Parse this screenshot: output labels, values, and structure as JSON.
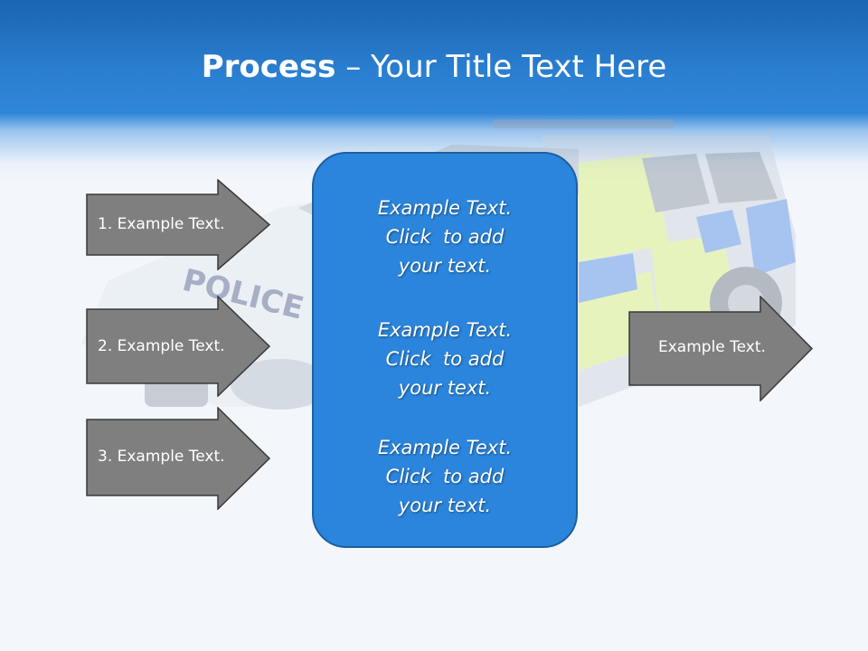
{
  "slide": {
    "title_bold": "Process",
    "title_rest": " – Your Title Text Here"
  },
  "left_arrows": [
    {
      "label": "1. Example Text."
    },
    {
      "label": "2. Example Text."
    },
    {
      "label": "3. Example Text."
    }
  ],
  "center_box": {
    "paragraphs": [
      {
        "line1": "Example Text.",
        "line2": "Click  to add",
        "line3": "your text."
      },
      {
        "line1": "Example Text.",
        "line2": "Click  to add",
        "line3": "your text."
      },
      {
        "line1": "Example Text.",
        "line2": "Click  to add",
        "line3": "your text."
      }
    ]
  },
  "right_arrow": {
    "label": "Example Text."
  },
  "background_image": {
    "car_text": "POLICE"
  },
  "colors": {
    "header_blue": "#2a7fd1",
    "box_blue": "#2b85dc",
    "arrow_gray": "#7f7f7f",
    "police_yellow": "#d7ef6a",
    "police_blue": "#3f7fe0"
  }
}
